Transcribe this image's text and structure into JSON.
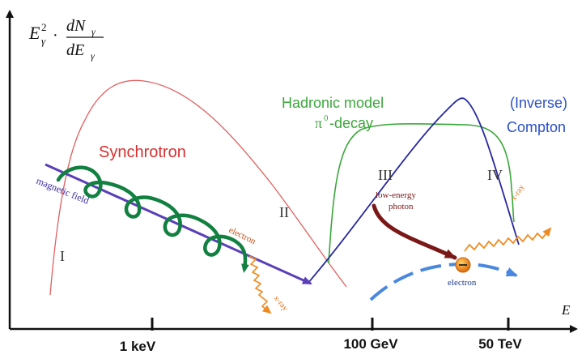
{
  "axes": {
    "y_label_main": "E",
    "y_label_sub": "γ",
    "y_label_sup": "2",
    "y_label_dot": "·",
    "y_label_num": "dN",
    "y_label_num_sub": "γ",
    "y_label_den": "dE",
    "y_label_den_sub": "γ",
    "x_label": "E"
  },
  "ticks": [
    {
      "label": "1 keV"
    },
    {
      "label": "100 GeV"
    },
    {
      "label": "50 TeV"
    }
  ],
  "curve_labels": {
    "synchrotron": "Synchrotron",
    "hadronic_line1": "Hadronic model",
    "hadronic_pi": "π",
    "hadronic_sup": "0",
    "hadronic_rest": "-decay",
    "compton_line1": "(Inverse)",
    "compton_line2": "Compton"
  },
  "regions": {
    "I": "I",
    "II": "II",
    "III": "III",
    "IV": "IV"
  },
  "annotations": {
    "magnetic_field": "magnetic field",
    "electron_left": "electron",
    "xray_left": "x-ray",
    "low_energy_1": "low-energy",
    "low_energy_2": "photon",
    "electron_right": "electron",
    "xray_right": "x-ray"
  },
  "colors": {
    "synchrotron": "#e06060",
    "synchrotron_label": "#d83030",
    "hadronic": "#3aa83a",
    "compton": "#2828a0",
    "compton_label": "#2a50c8",
    "magnetic_field": "#5a3fb8",
    "helix": "#128040",
    "photon": "#f08a20",
    "low_energy_photon": "#7a1818",
    "electron_path": "#4a88e0"
  }
}
